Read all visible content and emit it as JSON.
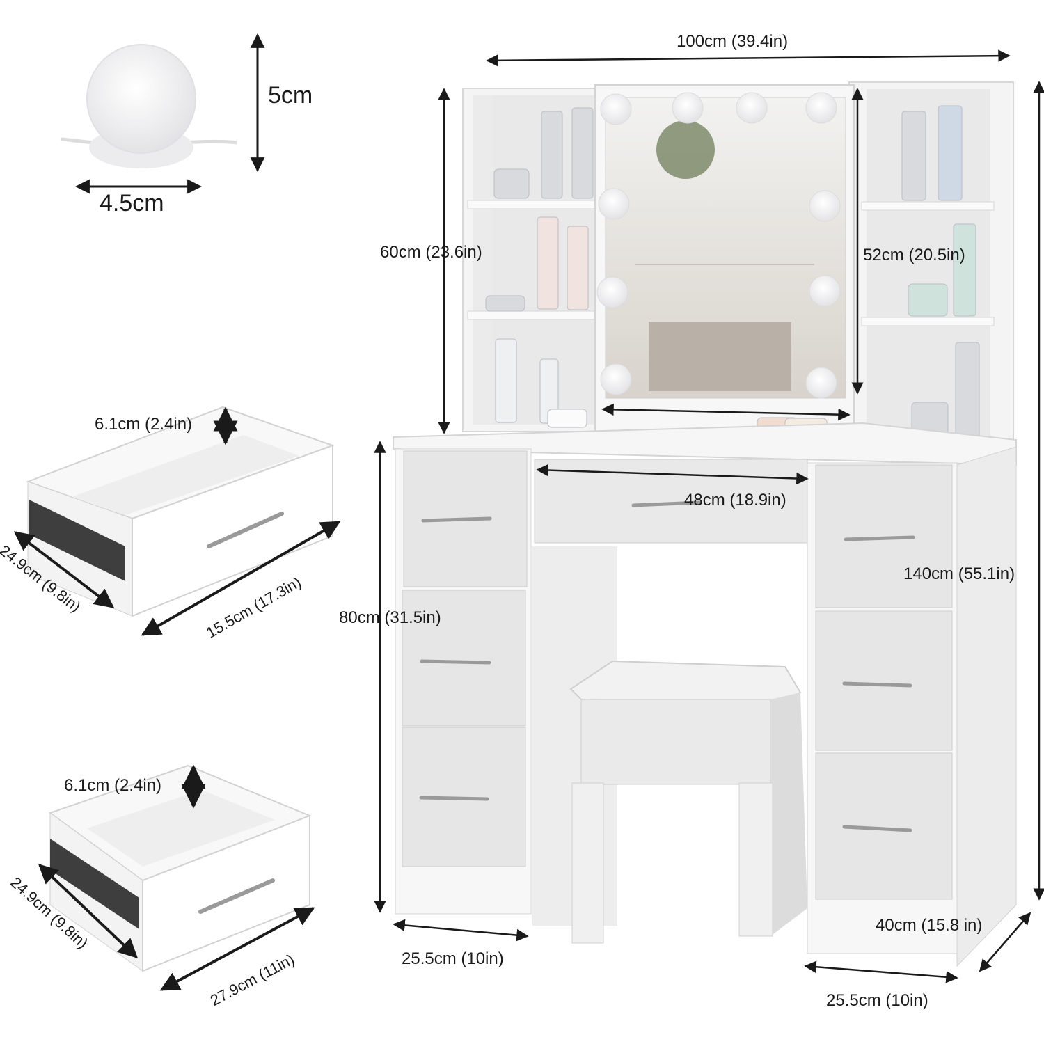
{
  "labels": {
    "bulb_height": "5cm",
    "bulb_width": "4.5cm",
    "total_width": "100cm (39.4in)",
    "hutch_height": "60cm (23.6in)",
    "mirror_height": "52cm (20.5in)",
    "mirror_width": "48cm (18.9in)",
    "total_height": "140cm (55.1in)",
    "desk_height": "80cm (31.5in)",
    "depth": "40cm (15.8 in)",
    "left_cabinet_width": "25.5cm (10in)",
    "right_cabinet_width": "25.5cm (10in)",
    "drawer1_height": "6.1cm (2.4in)",
    "drawer1_depth": "24.9cm (9.8in)",
    "drawer1_width": "15.5cm (17.3in)",
    "drawer2_height": "6.1cm (2.4in)",
    "drawer2_depth": "24.9cm (9.8in)",
    "drawer2_width": "27.9cm (11in)"
  },
  "colors": {
    "furniture": "#f4f4f4",
    "drawer_front": "#e6e6e6",
    "shadow": "#cfcfcf",
    "arrow": "#1a1a1a",
    "mirror_glass": "#eceae6",
    "bulb": "#ffffff"
  }
}
